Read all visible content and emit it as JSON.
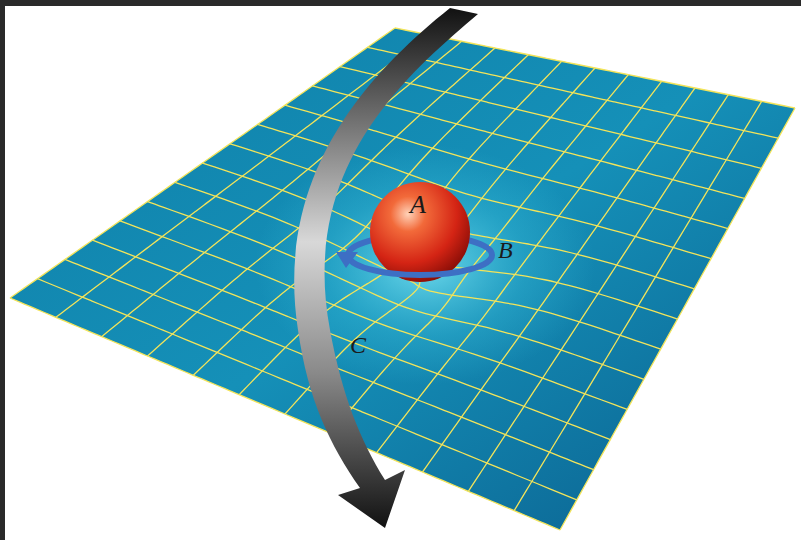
{
  "diagram": {
    "nodes": [
      {
        "text": [
          "A"
        ]
      }
    ],
    "labels": [
      "B",
      "C"
    ]
  }
}
